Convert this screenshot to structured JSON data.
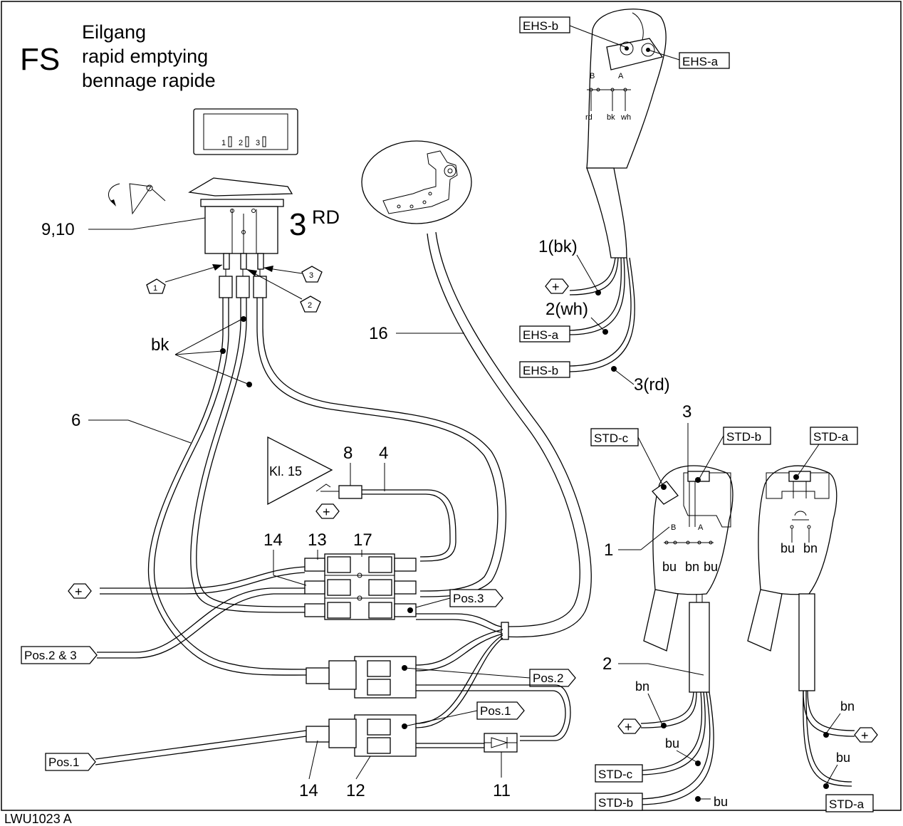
{
  "title": {
    "code": "FS",
    "line1": "Eilgang",
    "line2": "rapid emptying",
    "line3": "bennage rapide"
  },
  "drawing_id": "LWU1023 A",
  "switch": {
    "label": "3",
    "label_sup": "RD",
    "face": [
      "1",
      "2",
      "3"
    ],
    "pins": [
      "1",
      "2",
      "3"
    ]
  },
  "parts": {
    "p9_10": "9,10",
    "p6": "6",
    "p16": "16",
    "p8": "8",
    "p4": "4",
    "p14a": "14",
    "p13": "13",
    "p17": "17",
    "p14b": "14",
    "p12": "12",
    "p11": "11",
    "p1": "1",
    "p2": "2",
    "p3": "3"
  },
  "kl15": "Kl. 15",
  "colors": {
    "bk": "bk",
    "bn1": "bn",
    "bu1": "bu",
    "bu2": "bu",
    "bn2": "bn",
    "bu3": "bu",
    "rd": "rd",
    "bk_small": "bk",
    "wh_small": "wh",
    "bu_s1": "bu",
    "bn_s1": "bn",
    "bu_s2": "bu",
    "bu_s3": "bu",
    "bn_s3": "bn"
  },
  "wires": {
    "w1": "1(bk)",
    "w2": "2(wh)",
    "w3": "3(rd)"
  },
  "tags": {
    "ehs_b_top": "EHS-b",
    "ehs_a_top": "EHS-a",
    "ehs_a": "EHS-a",
    "ehs_b": "EHS-b",
    "std_c_top": "STD-c",
    "std_b_top": "STD-b",
    "std_a_top": "STD-a",
    "std_c": "STD-c",
    "std_b": "STD-b",
    "std_a": "STD-a",
    "pos3": "Pos.3",
    "pos2": "Pos.2",
    "pos1": "Pos.1",
    "pos23": "Pos.2 & 3",
    "pos1_in": "Pos.1"
  },
  "plus": "+",
  "button_letters": {
    "a": "A",
    "b": "B"
  }
}
